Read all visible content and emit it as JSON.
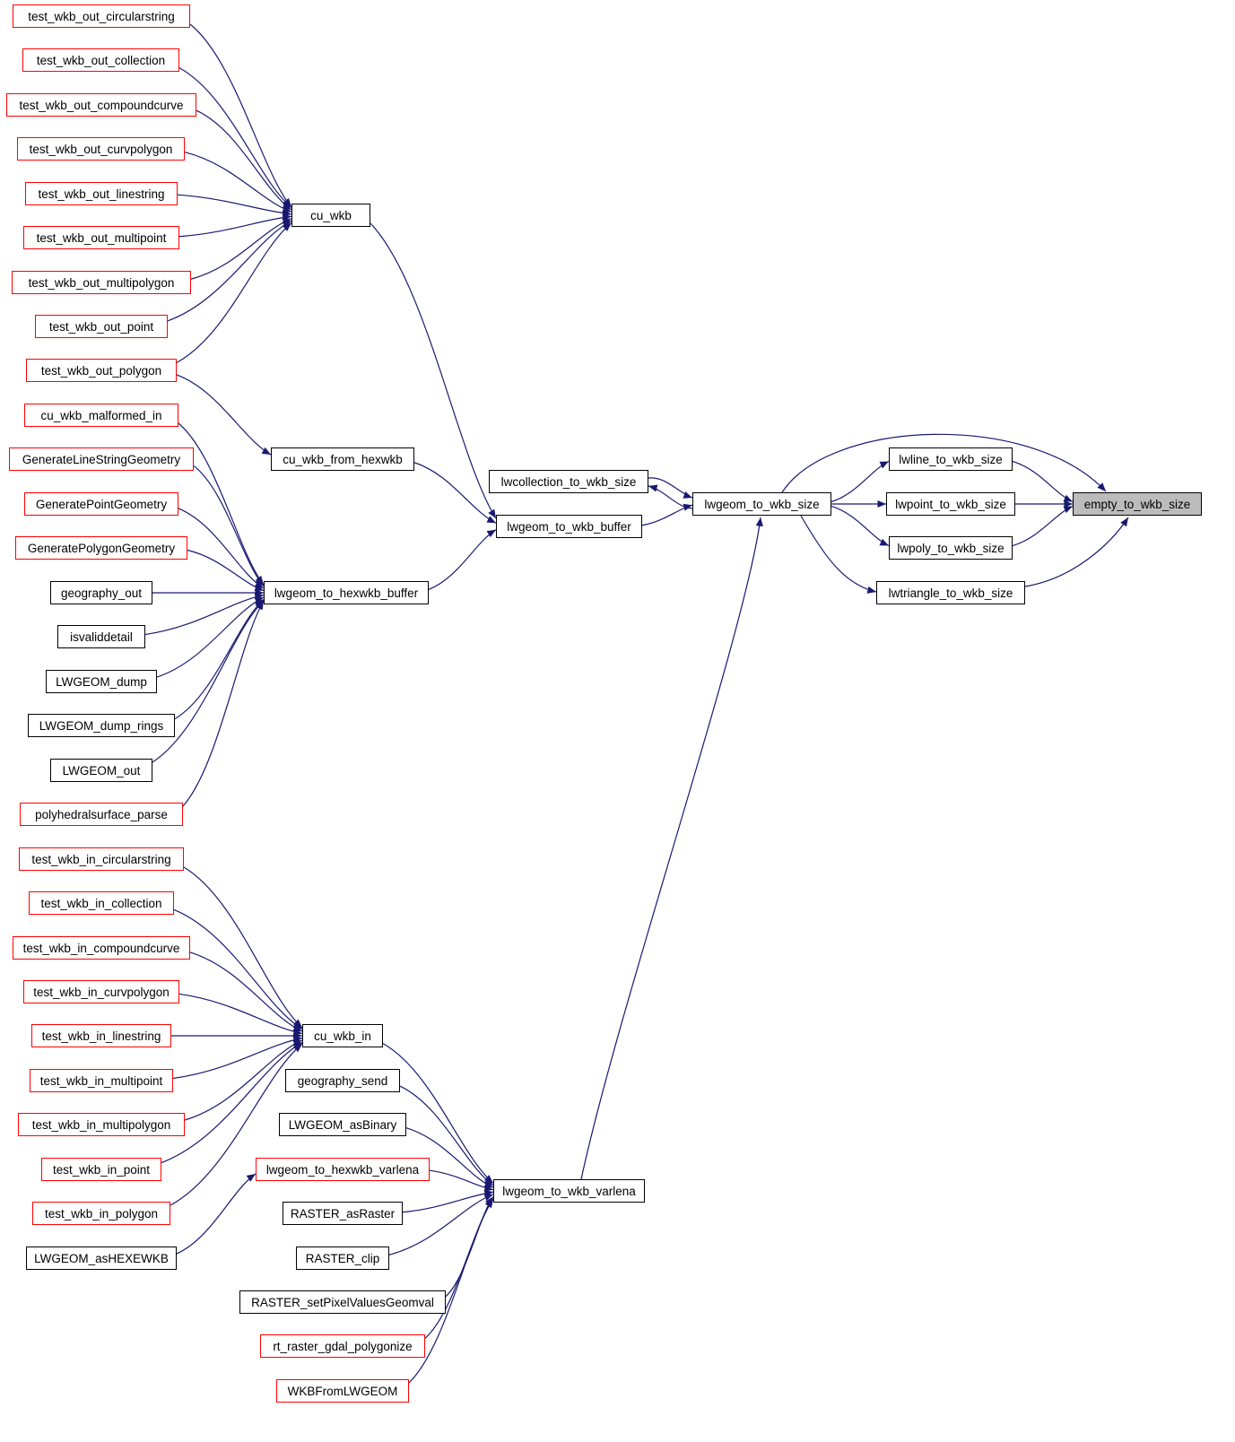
{
  "diagram": {
    "type": "call-graph",
    "focus_node": "empty_to_wkb_size",
    "colors": {
      "edge": "#191970",
      "node_border": "#000000",
      "node_border_truncated": "#ff0000",
      "focus_fill": "#bcbcbc",
      "node_fill": "#ffffff",
      "background": "#ffffff"
    },
    "nodes": [
      {
        "id": "test_wkb_out_circularstring",
        "label": "test_wkb_out_circularstring",
        "style": "red"
      },
      {
        "id": "test_wkb_out_collection",
        "label": "test_wkb_out_collection",
        "style": "red"
      },
      {
        "id": "test_wkb_out_compoundcurve",
        "label": "test_wkb_out_compoundcurve",
        "style": "red"
      },
      {
        "id": "test_wkb_out_curvpolygon",
        "label": "test_wkb_out_curvpolygon",
        "style": "red"
      },
      {
        "id": "test_wkb_out_linestring",
        "label": "test_wkb_out_linestring",
        "style": "red"
      },
      {
        "id": "test_wkb_out_multipoint",
        "label": "test_wkb_out_multipoint",
        "style": "red"
      },
      {
        "id": "test_wkb_out_multipolygon",
        "label": "test_wkb_out_multipolygon",
        "style": "red"
      },
      {
        "id": "test_wkb_out_point",
        "label": "test_wkb_out_point",
        "style": "red"
      },
      {
        "id": "test_wkb_out_polygon",
        "label": "test_wkb_out_polygon",
        "style": "red"
      },
      {
        "id": "cu_wkb_malformed_in",
        "label": "cu_wkb_malformed_in",
        "style": "red"
      },
      {
        "id": "GenerateLineStringGeometry",
        "label": "GenerateLineStringGeometry",
        "style": "red"
      },
      {
        "id": "GeneratePointGeometry",
        "label": "GeneratePointGeometry",
        "style": "red"
      },
      {
        "id": "GeneratePolygonGeometry",
        "label": "GeneratePolygonGeometry",
        "style": "red"
      },
      {
        "id": "geography_out",
        "label": "geography_out",
        "style": "black"
      },
      {
        "id": "isvaliddetail",
        "label": "isvaliddetail",
        "style": "black"
      },
      {
        "id": "LWGEOM_dump",
        "label": "LWGEOM_dump",
        "style": "black"
      },
      {
        "id": "LWGEOM_dump_rings",
        "label": "LWGEOM_dump_rings",
        "style": "black"
      },
      {
        "id": "LWGEOM_out",
        "label": "LWGEOM_out",
        "style": "black"
      },
      {
        "id": "polyhedralsurface_parse",
        "label": "polyhedralsurface_parse",
        "style": "red"
      },
      {
        "id": "test_wkb_in_circularstring",
        "label": "test_wkb_in_circularstring",
        "style": "red"
      },
      {
        "id": "test_wkb_in_collection",
        "label": "test_wkb_in_collection",
        "style": "red"
      },
      {
        "id": "test_wkb_in_compoundcurve",
        "label": "test_wkb_in_compoundcurve",
        "style": "red"
      },
      {
        "id": "test_wkb_in_curvpolygon",
        "label": "test_wkb_in_curvpolygon",
        "style": "red"
      },
      {
        "id": "test_wkb_in_linestring",
        "label": "test_wkb_in_linestring",
        "style": "red"
      },
      {
        "id": "test_wkb_in_multipoint",
        "label": "test_wkb_in_multipoint",
        "style": "red"
      },
      {
        "id": "test_wkb_in_multipolygon",
        "label": "test_wkb_in_multipolygon",
        "style": "red"
      },
      {
        "id": "test_wkb_in_point",
        "label": "test_wkb_in_point",
        "style": "red"
      },
      {
        "id": "test_wkb_in_polygon",
        "label": "test_wkb_in_polygon",
        "style": "red"
      },
      {
        "id": "LWGEOM_asHEXEWKB",
        "label": "LWGEOM_asHEXEWKB",
        "style": "black"
      },
      {
        "id": "cu_wkb",
        "label": "cu_wkb",
        "style": "black"
      },
      {
        "id": "cu_wkb_from_hexwkb",
        "label": "cu_wkb_from_hexwkb",
        "style": "black"
      },
      {
        "id": "lwgeom_to_hexwkb_buffer",
        "label": "lwgeom_to_hexwkb_buffer",
        "style": "black"
      },
      {
        "id": "cu_wkb_in",
        "label": "cu_wkb_in",
        "style": "black"
      },
      {
        "id": "geography_send",
        "label": "geography_send",
        "style": "black"
      },
      {
        "id": "LWGEOM_asBinary",
        "label": "LWGEOM_asBinary",
        "style": "black"
      },
      {
        "id": "lwgeom_to_hexwkb_varlena",
        "label": "lwgeom_to_hexwkb_varlena",
        "style": "red"
      },
      {
        "id": "RASTER_asRaster",
        "label": "RASTER_asRaster",
        "style": "black"
      },
      {
        "id": "RASTER_clip",
        "label": "RASTER_clip",
        "style": "black"
      },
      {
        "id": "RASTER_setPixelValuesGeomval",
        "label": "RASTER_setPixelValuesGeomval",
        "style": "black"
      },
      {
        "id": "rt_raster_gdal_polygonize",
        "label": "rt_raster_gdal_polygonize",
        "style": "red"
      },
      {
        "id": "WKBFromLWGEOM",
        "label": "WKBFromLWGEOM",
        "style": "red"
      },
      {
        "id": "lwcollection_to_wkb_size",
        "label": "lwcollection_to_wkb_size",
        "style": "black"
      },
      {
        "id": "lwgeom_to_wkb_buffer",
        "label": "lwgeom_to_wkb_buffer",
        "style": "black"
      },
      {
        "id": "lwgeom_to_wkb_varlena",
        "label": "lwgeom_to_wkb_varlena",
        "style": "black"
      },
      {
        "id": "lwgeom_to_wkb_size",
        "label": "lwgeom_to_wkb_size",
        "style": "black"
      },
      {
        "id": "lwline_to_wkb_size",
        "label": "lwline_to_wkb_size",
        "style": "black"
      },
      {
        "id": "lwpoint_to_wkb_size",
        "label": "lwpoint_to_wkb_size",
        "style": "black"
      },
      {
        "id": "lwpoly_to_wkb_size",
        "label": "lwpoly_to_wkb_size",
        "style": "black"
      },
      {
        "id": "lwtriangle_to_wkb_size",
        "label": "lwtriangle_to_wkb_size",
        "style": "black"
      },
      {
        "id": "empty_to_wkb_size",
        "label": "empty_to_wkb_size",
        "style": "focus"
      }
    ],
    "edges": [
      {
        "from": "test_wkb_out_circularstring",
        "to": "cu_wkb"
      },
      {
        "from": "test_wkb_out_collection",
        "to": "cu_wkb"
      },
      {
        "from": "test_wkb_out_compoundcurve",
        "to": "cu_wkb"
      },
      {
        "from": "test_wkb_out_curvpolygon",
        "to": "cu_wkb"
      },
      {
        "from": "test_wkb_out_linestring",
        "to": "cu_wkb"
      },
      {
        "from": "test_wkb_out_multipoint",
        "to": "cu_wkb"
      },
      {
        "from": "test_wkb_out_multipolygon",
        "to": "cu_wkb"
      },
      {
        "from": "test_wkb_out_point",
        "to": "cu_wkb"
      },
      {
        "from": "test_wkb_out_polygon",
        "to": "cu_wkb"
      },
      {
        "from": "test_wkb_out_polygon",
        "to": "cu_wkb_from_hexwkb"
      },
      {
        "from": "cu_wkb_malformed_in",
        "to": "lwgeom_to_hexwkb_buffer"
      },
      {
        "from": "GenerateLineStringGeometry",
        "to": "lwgeom_to_hexwkb_buffer"
      },
      {
        "from": "GeneratePointGeometry",
        "to": "lwgeom_to_hexwkb_buffer"
      },
      {
        "from": "GeneratePolygonGeometry",
        "to": "lwgeom_to_hexwkb_buffer"
      },
      {
        "from": "geography_out",
        "to": "lwgeom_to_hexwkb_buffer"
      },
      {
        "from": "isvaliddetail",
        "to": "lwgeom_to_hexwkb_buffer"
      },
      {
        "from": "LWGEOM_dump",
        "to": "lwgeom_to_hexwkb_buffer"
      },
      {
        "from": "LWGEOM_dump_rings",
        "to": "lwgeom_to_hexwkb_buffer"
      },
      {
        "from": "LWGEOM_out",
        "to": "lwgeom_to_hexwkb_buffer"
      },
      {
        "from": "polyhedralsurface_parse",
        "to": "lwgeom_to_hexwkb_buffer"
      },
      {
        "from": "cu_wkb",
        "to": "lwgeom_to_wkb_buffer"
      },
      {
        "from": "cu_wkb_from_hexwkb",
        "to": "lwgeom_to_wkb_buffer"
      },
      {
        "from": "lwgeom_to_hexwkb_buffer",
        "to": "lwgeom_to_wkb_buffer"
      },
      {
        "from": "test_wkb_in_circularstring",
        "to": "cu_wkb_in"
      },
      {
        "from": "test_wkb_in_collection",
        "to": "cu_wkb_in"
      },
      {
        "from": "test_wkb_in_compoundcurve",
        "to": "cu_wkb_in"
      },
      {
        "from": "test_wkb_in_curvpolygon",
        "to": "cu_wkb_in"
      },
      {
        "from": "test_wkb_in_linestring",
        "to": "cu_wkb_in"
      },
      {
        "from": "test_wkb_in_multipoint",
        "to": "cu_wkb_in"
      },
      {
        "from": "test_wkb_in_multipolygon",
        "to": "cu_wkb_in"
      },
      {
        "from": "test_wkb_in_point",
        "to": "cu_wkb_in"
      },
      {
        "from": "test_wkb_in_polygon",
        "to": "cu_wkb_in"
      },
      {
        "from": "LWGEOM_asHEXEWKB",
        "to": "lwgeom_to_hexwkb_varlena"
      },
      {
        "from": "cu_wkb_in",
        "to": "lwgeom_to_wkb_varlena"
      },
      {
        "from": "geography_send",
        "to": "lwgeom_to_wkb_varlena"
      },
      {
        "from": "LWGEOM_asBinary",
        "to": "lwgeom_to_wkb_varlena"
      },
      {
        "from": "lwgeom_to_hexwkb_varlena",
        "to": "lwgeom_to_wkb_varlena"
      },
      {
        "from": "RASTER_asRaster",
        "to": "lwgeom_to_wkb_varlena"
      },
      {
        "from": "RASTER_clip",
        "to": "lwgeom_to_wkb_varlena"
      },
      {
        "from": "RASTER_setPixelValuesGeomval",
        "to": "lwgeom_to_wkb_varlena"
      },
      {
        "from": "rt_raster_gdal_polygonize",
        "to": "lwgeom_to_wkb_varlena"
      },
      {
        "from": "WKBFromLWGEOM",
        "to": "lwgeom_to_wkb_varlena"
      },
      {
        "from": "lwcollection_to_wkb_size",
        "to": "lwgeom_to_wkb_size"
      },
      {
        "from": "lwgeom_to_wkb_buffer",
        "to": "lwgeom_to_wkb_size"
      },
      {
        "from": "lwgeom_to_wkb_varlena",
        "to": "lwgeom_to_wkb_size"
      },
      {
        "from": "lwgeom_to_wkb_size",
        "to": "lwcollection_to_wkb_size"
      },
      {
        "from": "lwgeom_to_wkb_size",
        "to": "lwline_to_wkb_size"
      },
      {
        "from": "lwgeom_to_wkb_size",
        "to": "lwpoint_to_wkb_size"
      },
      {
        "from": "lwgeom_to_wkb_size",
        "to": "lwpoly_to_wkb_size"
      },
      {
        "from": "lwgeom_to_wkb_size",
        "to": "lwtriangle_to_wkb_size"
      },
      {
        "from": "lwgeom_to_wkb_size",
        "to": "empty_to_wkb_size"
      },
      {
        "from": "lwline_to_wkb_size",
        "to": "empty_to_wkb_size"
      },
      {
        "from": "lwpoint_to_wkb_size",
        "to": "empty_to_wkb_size"
      },
      {
        "from": "lwpoly_to_wkb_size",
        "to": "empty_to_wkb_size"
      },
      {
        "from": "lwtriangle_to_wkb_size",
        "to": "empty_to_wkb_size"
      }
    ]
  }
}
